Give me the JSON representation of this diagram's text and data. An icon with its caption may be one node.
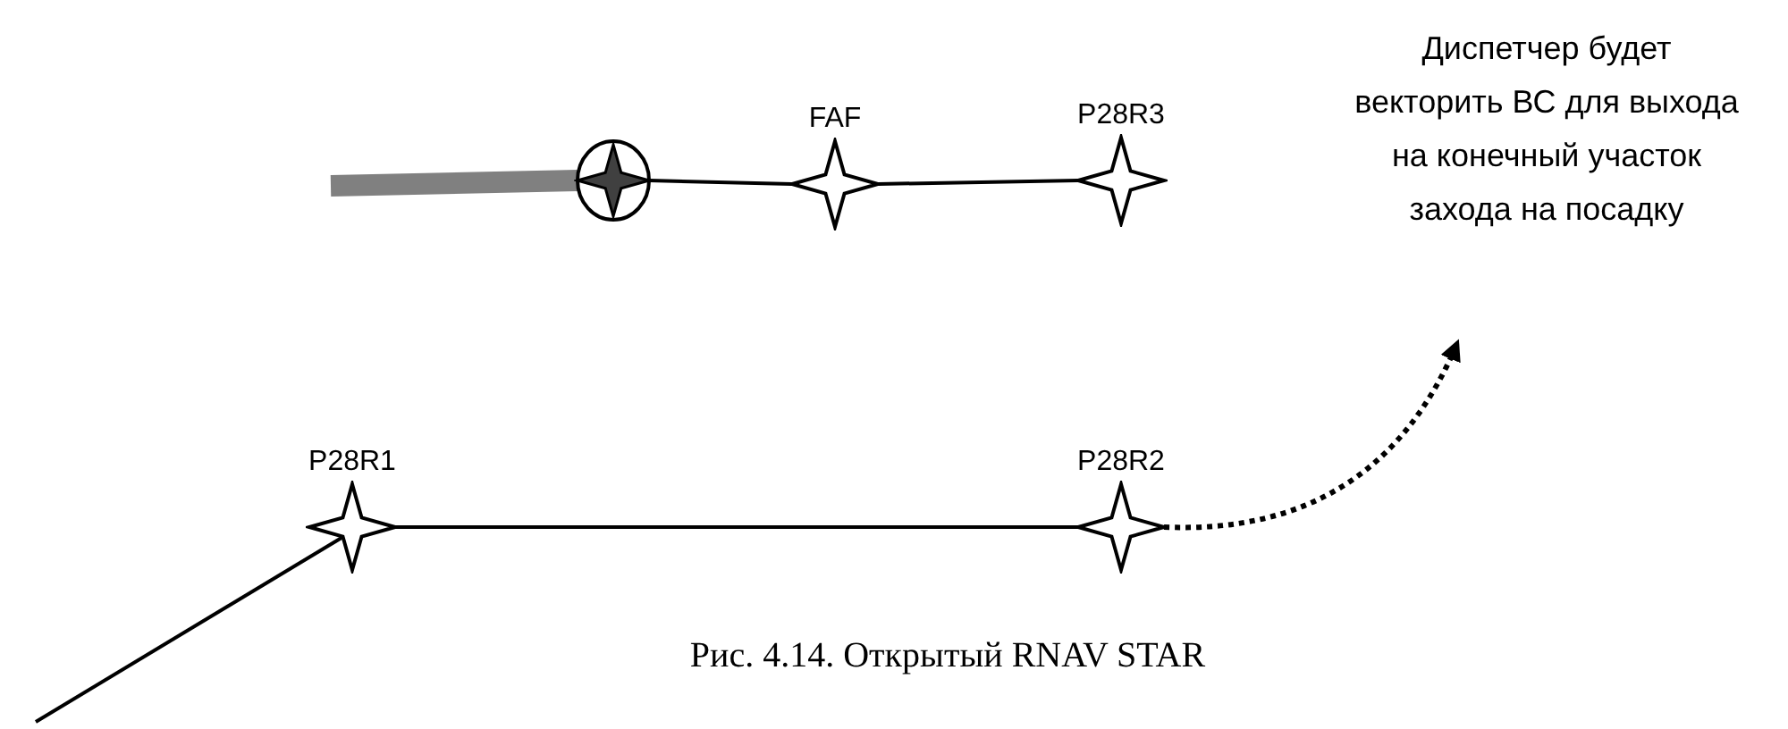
{
  "diagram": {
    "caption": "Рис. 4.14. Открытый RNAV STAR",
    "nodes": [
      {
        "text": [],
        "shape": "circle"
      },
      {
        "text": [
          "FAF"
        ]
      },
      {
        "text": [
          "P28R3"
        ]
      },
      {
        "text": [
          "Диспетчер будет векторить ВС для выхода на конечный участок захода на посадку"
        ]
      },
      {
        "text": [
          "P28R1"
        ]
      },
      {
        "text": [
          "P28R2"
        ]
      }
    ],
    "edges": [
      {
        "from": null,
        "to": 0,
        "arrow": "none",
        "style": "thick",
        "color": "#808080"
      },
      {
        "from": 0,
        "to": 1,
        "arrow": "none"
      },
      {
        "from": 1,
        "to": 2,
        "arrow": "none"
      },
      {
        "from": null,
        "to": 4,
        "arrow": "none"
      },
      {
        "from": 4,
        "to": 5,
        "arrow": "none"
      },
      {
        "from": 5,
        "to": 3,
        "arrow": "to",
        "style": "dashed"
      }
    ]
  }
}
